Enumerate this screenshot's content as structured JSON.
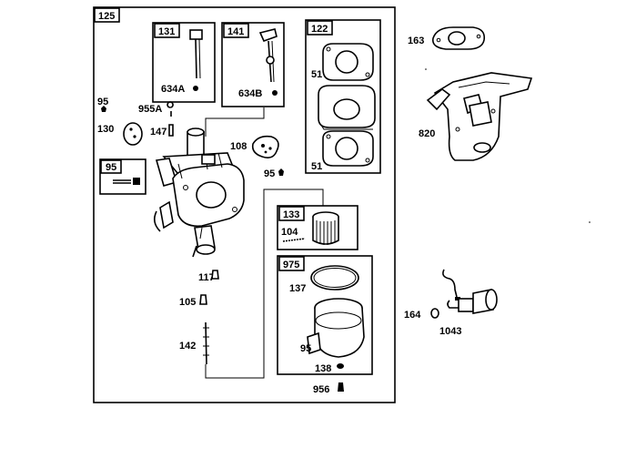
{
  "assemblies": {
    "main": "125",
    "a131": "131",
    "a141": "141",
    "a122": "122",
    "a95": "95",
    "a133": "133",
    "a975": "975"
  },
  "parts": {
    "p634a": "634A",
    "p634b": "634B",
    "p51a": "51",
    "p51b": "51",
    "p95a": "95",
    "p955a": "955A",
    "p130": "130",
    "p147": "147",
    "p108": "108",
    "p95b": "95",
    "p104": "104",
    "p117": "117",
    "p105": "105",
    "p142": "142",
    "p137": "137",
    "p95c": "95",
    "p138": "138",
    "p956": "956",
    "p163": "163",
    "p820": "820",
    "p164": "164",
    "p1043": "1043"
  }
}
